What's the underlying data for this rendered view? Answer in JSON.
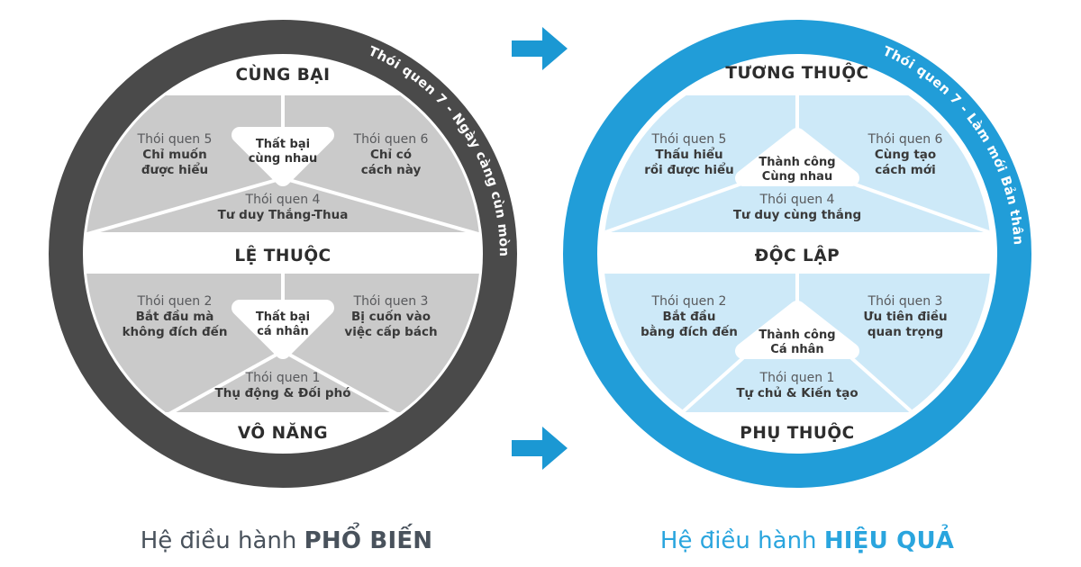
{
  "arrows": {
    "color": "#1b98d3",
    "direction": "right"
  },
  "left_diagram": {
    "colors": {
      "ring": "#4a4a4a",
      "section": "#cacaca"
    },
    "rim_text": "Thói quen 7 - Ngày càng cùn mòn",
    "top_label": "CÙNG BẠI",
    "middle_label": "LỆ THUỘC",
    "bottom_label": "VÔ NĂNG",
    "upper_half": {
      "center": {
        "line1": "Thất bại",
        "line2": "cùng nhau"
      },
      "left_habit": {
        "title": "Thói quen 5",
        "desc1": "Chỉ muốn",
        "desc2": "được hiểu"
      },
      "right_habit": {
        "title": "Thói quen 6",
        "desc1": "Chỉ có",
        "desc2": "cách này"
      },
      "bottom_habit": {
        "title": "Thói quen 4",
        "desc": "Tư duy Thắng-Thua"
      }
    },
    "lower_half": {
      "center": {
        "line1": "Thất bại",
        "line2": "cá nhân"
      },
      "left_habit": {
        "title": "Thói quen 2",
        "desc1": "Bắt đầu mà",
        "desc2": "không đích đến"
      },
      "right_habit": {
        "title": "Thói quen 3",
        "desc1": "Bị cuốn vào",
        "desc2": "việc cấp bách"
      },
      "bottom_habit": {
        "title": "Thói quen 1",
        "desc": "Thụ động & Đối phó"
      }
    },
    "caption": {
      "prefix": "Hệ điều hành",
      "emphasis": "PHỔ BIẾN",
      "color": "#49525c"
    }
  },
  "right_diagram": {
    "colors": {
      "ring": "#219dd8",
      "section": "#cde9f8"
    },
    "rim_text": "Thói quen 7 - Làm mới Bản thân",
    "top_label": "TƯƠNG THUỘC",
    "middle_label": "ĐỘC LẬP",
    "bottom_label": "PHỤ THUỘC",
    "upper_half": {
      "center": {
        "line1": "Thành công",
        "line2": "Cùng nhau"
      },
      "left_habit": {
        "title": "Thói quen 5",
        "desc1": "Thấu hiểu",
        "desc2": "rồi được hiểu"
      },
      "right_habit": {
        "title": "Thói quen 6",
        "desc1": "Cùng tạo",
        "desc2": "cách mới"
      },
      "bottom_habit": {
        "title": "Thói quen 4",
        "desc": "Tư duy cùng thắng"
      }
    },
    "lower_half": {
      "center": {
        "line1": "Thành công",
        "line2": "Cá nhân"
      },
      "left_habit": {
        "title": "Thói quen 2",
        "desc1": "Bắt đầu",
        "desc2": "bằng đích đến"
      },
      "right_habit": {
        "title": "Thói quen 3",
        "desc1": "Ưu tiên điều",
        "desc2": "quan trọng"
      },
      "bottom_habit": {
        "title": "Thói quen 1",
        "desc": "Tự chủ & Kiến tạo"
      }
    },
    "caption": {
      "prefix": "Hệ điều hành",
      "emphasis": "HIỆU QUẢ",
      "color": "#2aa5de"
    }
  }
}
